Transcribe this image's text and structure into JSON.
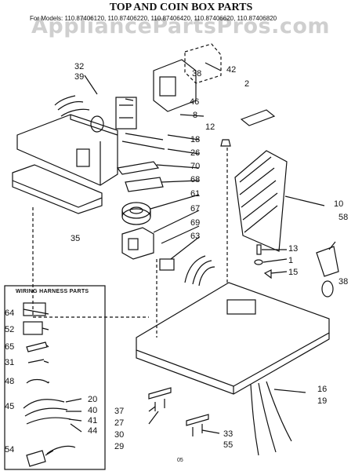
{
  "watermark": "AppliancePartsPros.com",
  "title": "TOP AND COIN BOX PARTS",
  "models_line": "For Models: 110.87406120, 110.87406220, 110.87406420, 110.87406620, 110.87406820",
  "wiring_harness_title": "WIRING HARNESS PARTS",
  "footer_code": "05",
  "labels": {
    "n32": "32",
    "n39": "39",
    "n42": "42",
    "n2": "2",
    "n38a": "38",
    "n46": "46",
    "n8": "8",
    "n12": "12",
    "n18": "18",
    "n26": "26",
    "n70": "70",
    "n68": "68",
    "n61": "61",
    "n67": "67",
    "n69": "69",
    "n63": "63",
    "n35": "35",
    "n10": "10",
    "n58": "58",
    "n13": "13",
    "n1": "1",
    "n15": "15",
    "n38b": "38",
    "n64": "64",
    "n52": "52",
    "n65": "65",
    "n31": "31",
    "n48": "48",
    "n45": "45",
    "n20": "20",
    "n40": "40",
    "n41": "41",
    "n44": "44",
    "n54": "54",
    "n37": "37",
    "n27": "27",
    "n30": "30",
    "n29": "29",
    "n33": "33",
    "n55": "55",
    "n16": "16",
    "n19": "19"
  }
}
